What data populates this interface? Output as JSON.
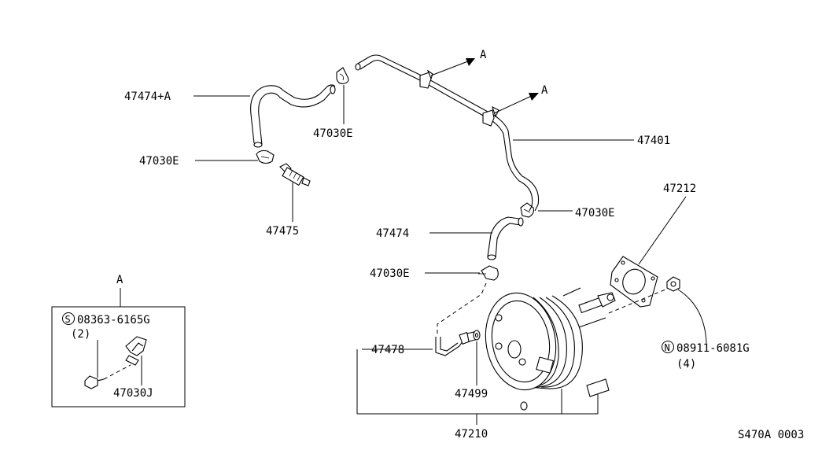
{
  "labels": {
    "hose_upper_left": "47474+A",
    "clamp_top": "47030E",
    "clamp_left": "47030E",
    "valve": "47475",
    "tube": "47401",
    "booster": "47212",
    "clamp_right": "47030E",
    "hose_lower": "47474",
    "clamp_lower": "47030E",
    "connector": "47478",
    "grommet": "47499",
    "booster_assy": "47210",
    "nut_code": "08911-6081G",
    "nut_qty": "(4)",
    "nut_prefix": "N",
    "arrow_upper": "A",
    "arrow_lower": "A",
    "diagram_code": "S470A 0003"
  },
  "detail": {
    "ref": "A",
    "screw_prefix": "S",
    "screw_code": "08363-6165G",
    "screw_qty": "(2)",
    "clip": "47030J"
  }
}
